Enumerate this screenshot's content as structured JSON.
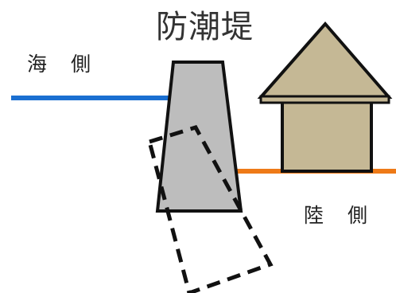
{
  "labels": {
    "title": "防潮堤",
    "sea_side": "海 側",
    "land_side": "陸 側"
  },
  "colors": {
    "sea_line": "#1a6fd1",
    "land_line": "#ee7a17",
    "seawall_fill": "#bdbdbd",
    "house_fill": "#c5b895",
    "outline": "#111111"
  },
  "elements": {
    "sea_surface": "sea-surface-line",
    "ground": "ground-line",
    "seawall": "seawall",
    "tilted_seawall": "tilted-seawall-dashed",
    "house": "house-icon"
  }
}
